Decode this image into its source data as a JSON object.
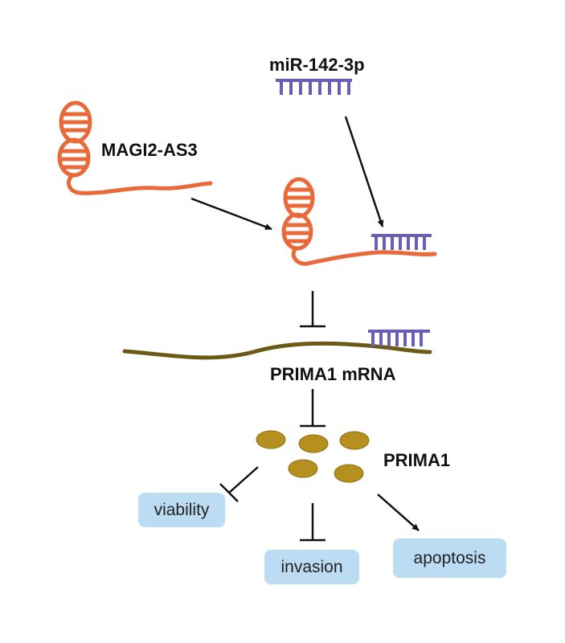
{
  "labels": {
    "mirna": "miR-142-3p",
    "lncrna": "MAGI2-AS3",
    "mrna": "PRIMA1 mRNA",
    "protein": "PRIMA1"
  },
  "outcomes": {
    "viability": "viability",
    "invasion": "invasion",
    "apoptosis": "apoptosis"
  },
  "colors": {
    "lncrna": "#e8693a",
    "mirna": "#6a5fb5",
    "mrna": "#6b5a16",
    "protein": "#b5901f",
    "outcome_box": "#bcdcf4"
  }
}
